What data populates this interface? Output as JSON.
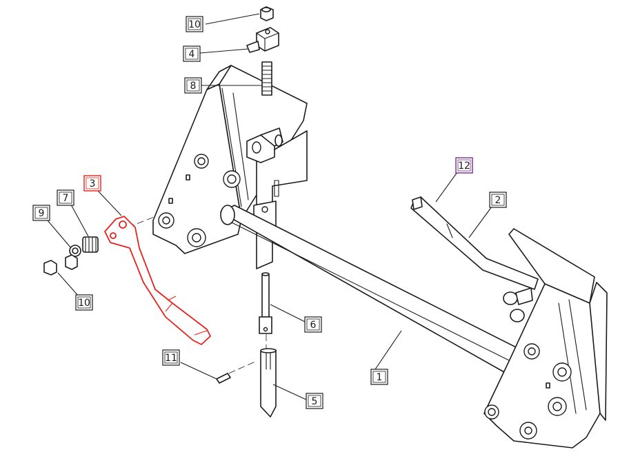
{
  "colors": {
    "line": "#1a1a1a",
    "highlight": "#e8201a",
    "accent_label": "#7a2a8c",
    "background": "#ffffff"
  },
  "callouts": [
    {
      "id": "callout-1",
      "text": "1"
    },
    {
      "id": "callout-2",
      "text": "2"
    },
    {
      "id": "callout-3",
      "text": "3",
      "state": "highlighted"
    },
    {
      "id": "callout-4",
      "text": "4"
    },
    {
      "id": "callout-5",
      "text": "5"
    },
    {
      "id": "callout-6",
      "text": "6"
    },
    {
      "id": "callout-7",
      "text": "7"
    },
    {
      "id": "callout-8",
      "text": "8"
    },
    {
      "id": "callout-9",
      "text": "9"
    },
    {
      "id": "callout-10-top",
      "text": "10"
    },
    {
      "id": "callout-10-bottom",
      "text": "10"
    },
    {
      "id": "callout-11",
      "text": "11"
    },
    {
      "id": "callout-12",
      "text": "12",
      "state": "accent"
    }
  ]
}
